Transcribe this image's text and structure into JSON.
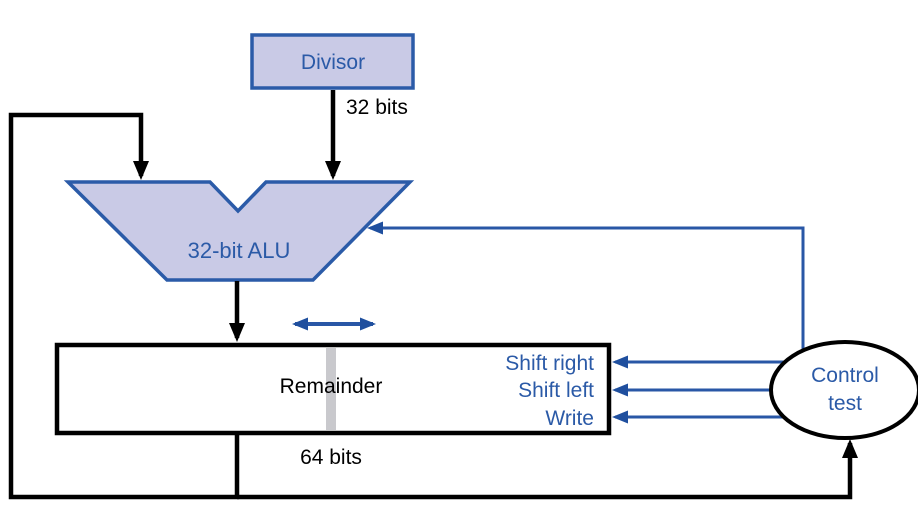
{
  "colors": {
    "accent_blue": "#2957a6",
    "text_blue": "#2b5aa7",
    "unit_fill": "#c9cae6",
    "unit_border": "#2b5ba8",
    "wire_black": "#000000",
    "stripe_gray": "#c9c9cd",
    "background": "#ffffff"
  },
  "diagram": {
    "divisor": {
      "label": "Divisor",
      "bus_label": "32 bits"
    },
    "alu": {
      "label": "32-bit ALU"
    },
    "remainder": {
      "label": "Remainder",
      "bus_label": "64 bits"
    },
    "control_signals": [
      {
        "label": "Shift right"
      },
      {
        "label": "Shift left"
      },
      {
        "label": "Write"
      }
    ],
    "control_unit": {
      "line1": "Control",
      "line2": "test"
    }
  }
}
